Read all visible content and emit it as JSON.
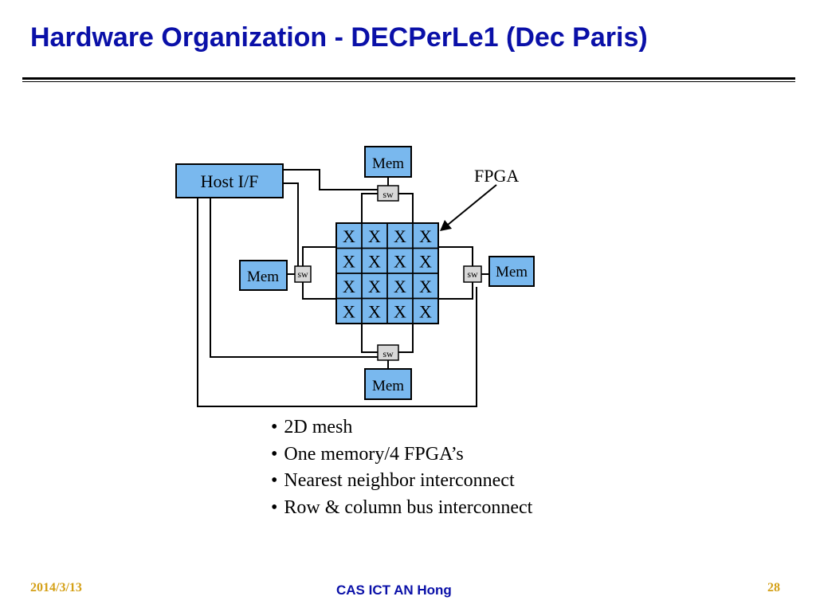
{
  "slide": {
    "title": "Hardware Organization - DECPerLe1 (Dec Paris)"
  },
  "diagram": {
    "host_label": "Host I/F",
    "mem_label": "Mem",
    "switch_label": "sw",
    "fpga_label": "FPGA",
    "cell_label": "X",
    "colors": {
      "block_fill": "#79b8ee",
      "switch_fill": "#d8d8d8",
      "line": "#000000"
    }
  },
  "bullets": [
    "2D mesh",
    "One memory/4 FPGA’s",
    "Nearest neighbor interconnect",
    "Row & column bus interconnect"
  ],
  "footer": {
    "date": "2014/3/13",
    "center": "CAS ICT AN Hong",
    "page": "28"
  }
}
